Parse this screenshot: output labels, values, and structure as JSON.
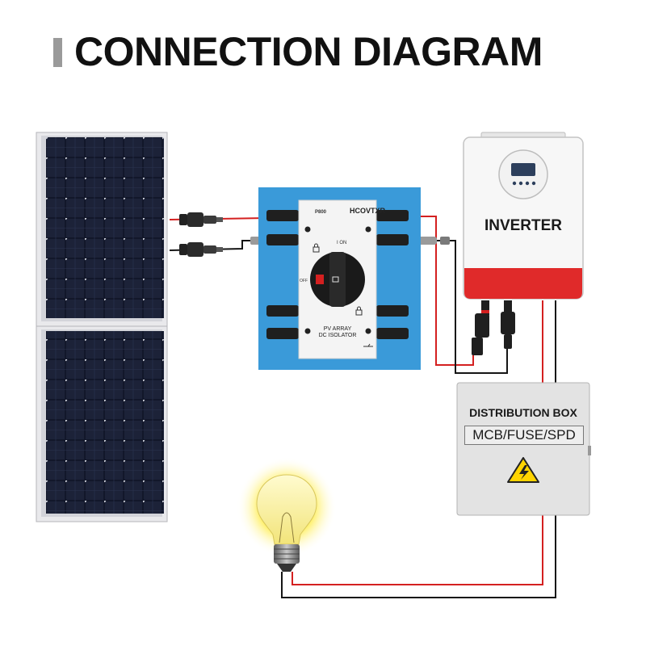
{
  "title": "CONNECTION DIAGRAM",
  "inverter": {
    "label": "INVERTER"
  },
  "distribution_box": {
    "title": "DISTRIBUTION BOX",
    "subtitle": "MCB/FUSE/SPD"
  },
  "isolator": {
    "brand": "HCOVTXR",
    "model": "P800",
    "on_label": "I ON",
    "off_label": "OFF",
    "caption_line1": "PV ARRAY",
    "caption_line2": "DC ISOLATOR"
  },
  "colors": {
    "positive_wire": "#d42020",
    "negative_wire": "#151515",
    "isolator_background": "#3a9ad9",
    "inverter_accent": "#e02a2a",
    "warning": "#ffd400"
  },
  "icons": [
    "solar-panel-icon",
    "mc4-connector-icon",
    "light-bulb-icon",
    "high-voltage-warning-icon",
    "lock-icon"
  ]
}
